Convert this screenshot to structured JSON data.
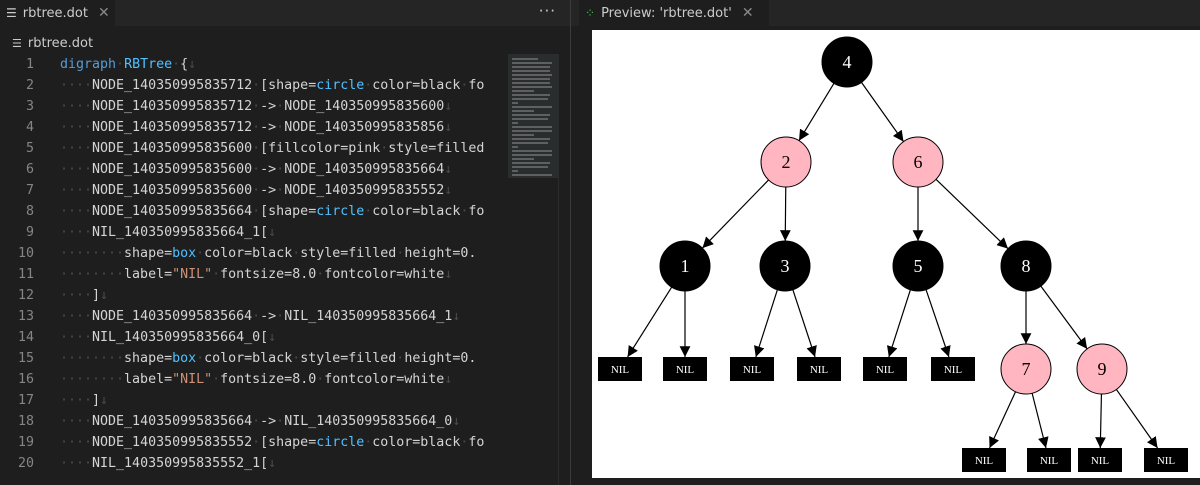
{
  "editor": {
    "tab_title": "rbtree.dot",
    "breadcrumb": "rbtree.dot",
    "more_actions": "···",
    "lines": [
      {
        "n": "1",
        "parts": [
          [
            "kw",
            "digraph"
          ],
          [
            "ws",
            "·"
          ],
          [
            "id",
            "RBTree"
          ],
          [
            "ws",
            "·"
          ],
          [
            "txt",
            "{"
          ],
          [
            "ws",
            "↓"
          ]
        ]
      },
      {
        "n": "2",
        "parts": [
          [
            "ws",
            "····"
          ],
          [
            "txt",
            "NODE_140350995835712"
          ],
          [
            "ws",
            "·"
          ],
          [
            "txt",
            "[shape="
          ],
          [
            "id",
            "circle"
          ],
          [
            "ws",
            "·"
          ],
          [
            "txt",
            "color=black"
          ],
          [
            "ws",
            "·"
          ],
          [
            "txt",
            "fo"
          ]
        ]
      },
      {
        "n": "3",
        "parts": [
          [
            "ws",
            "····"
          ],
          [
            "txt",
            "NODE_140350995835712"
          ],
          [
            "ws",
            "·"
          ],
          [
            "txt",
            "->"
          ],
          [
            "ws",
            "·"
          ],
          [
            "txt",
            "NODE_140350995835600"
          ],
          [
            "ws",
            "↓"
          ]
        ]
      },
      {
        "n": "4",
        "parts": [
          [
            "ws",
            "····"
          ],
          [
            "txt",
            "NODE_140350995835712"
          ],
          [
            "ws",
            "·"
          ],
          [
            "txt",
            "->"
          ],
          [
            "ws",
            "·"
          ],
          [
            "txt",
            "NODE_140350995835856"
          ],
          [
            "ws",
            "↓"
          ]
        ]
      },
      {
        "n": "5",
        "parts": [
          [
            "ws",
            "····"
          ],
          [
            "txt",
            "NODE_140350995835600"
          ],
          [
            "ws",
            "·"
          ],
          [
            "txt",
            "[fillcolor=pink"
          ],
          [
            "ws",
            "·"
          ],
          [
            "txt",
            "style=filled"
          ]
        ]
      },
      {
        "n": "6",
        "parts": [
          [
            "ws",
            "····"
          ],
          [
            "txt",
            "NODE_140350995835600"
          ],
          [
            "ws",
            "·"
          ],
          [
            "txt",
            "->"
          ],
          [
            "ws",
            "·"
          ],
          [
            "txt",
            "NODE_140350995835664"
          ],
          [
            "ws",
            "↓"
          ]
        ]
      },
      {
        "n": "7",
        "parts": [
          [
            "ws",
            "····"
          ],
          [
            "txt",
            "NODE_140350995835600"
          ],
          [
            "ws",
            "·"
          ],
          [
            "txt",
            "->"
          ],
          [
            "ws",
            "·"
          ],
          [
            "txt",
            "NODE_140350995835552"
          ],
          [
            "ws",
            "↓"
          ]
        ]
      },
      {
        "n": "8",
        "parts": [
          [
            "ws",
            "····"
          ],
          [
            "txt",
            "NODE_140350995835664"
          ],
          [
            "ws",
            "·"
          ],
          [
            "txt",
            "[shape="
          ],
          [
            "id",
            "circle"
          ],
          [
            "ws",
            "·"
          ],
          [
            "txt",
            "color=black"
          ],
          [
            "ws",
            "·"
          ],
          [
            "txt",
            "fo"
          ]
        ]
      },
      {
        "n": "9",
        "parts": [
          [
            "ws",
            "····"
          ],
          [
            "txt",
            "NIL_140350995835664_1["
          ],
          [
            "ws",
            "↓"
          ]
        ]
      },
      {
        "n": "10",
        "parts": [
          [
            "ws",
            "········"
          ],
          [
            "txt",
            "shape="
          ],
          [
            "id",
            "box"
          ],
          [
            "ws",
            "·"
          ],
          [
            "txt",
            "color=black"
          ],
          [
            "ws",
            "·"
          ],
          [
            "txt",
            "style=filled"
          ],
          [
            "ws",
            "·"
          ],
          [
            "txt",
            "height=0."
          ]
        ]
      },
      {
        "n": "11",
        "parts": [
          [
            "ws",
            "········"
          ],
          [
            "txt",
            "label="
          ],
          [
            "str",
            "\"NIL\""
          ],
          [
            "ws",
            "·"
          ],
          [
            "txt",
            "fontsize=8.0"
          ],
          [
            "ws",
            "·"
          ],
          [
            "txt",
            "fontcolor=white"
          ],
          [
            "ws",
            "↓"
          ]
        ]
      },
      {
        "n": "12",
        "parts": [
          [
            "ws",
            "····"
          ],
          [
            "txt",
            "]"
          ],
          [
            "ws",
            "↓"
          ]
        ]
      },
      {
        "n": "13",
        "parts": [
          [
            "ws",
            "····"
          ],
          [
            "txt",
            "NODE_140350995835664"
          ],
          [
            "ws",
            "·"
          ],
          [
            "txt",
            "->"
          ],
          [
            "ws",
            "·"
          ],
          [
            "txt",
            "NIL_140350995835664_1"
          ],
          [
            "ws",
            "↓"
          ]
        ]
      },
      {
        "n": "14",
        "parts": [
          [
            "ws",
            "····"
          ],
          [
            "txt",
            "NIL_140350995835664_0["
          ],
          [
            "ws",
            "↓"
          ]
        ]
      },
      {
        "n": "15",
        "parts": [
          [
            "ws",
            "········"
          ],
          [
            "txt",
            "shape="
          ],
          [
            "id",
            "box"
          ],
          [
            "ws",
            "·"
          ],
          [
            "txt",
            "color=black"
          ],
          [
            "ws",
            "·"
          ],
          [
            "txt",
            "style=filled"
          ],
          [
            "ws",
            "·"
          ],
          [
            "txt",
            "height=0."
          ]
        ]
      },
      {
        "n": "16",
        "parts": [
          [
            "ws",
            "········"
          ],
          [
            "txt",
            "label="
          ],
          [
            "str",
            "\"NIL\""
          ],
          [
            "ws",
            "·"
          ],
          [
            "txt",
            "fontsize=8.0"
          ],
          [
            "ws",
            "·"
          ],
          [
            "txt",
            "fontcolor=white"
          ],
          [
            "ws",
            "↓"
          ]
        ]
      },
      {
        "n": "17",
        "parts": [
          [
            "ws",
            "····"
          ],
          [
            "txt",
            "]"
          ],
          [
            "ws",
            "↓"
          ]
        ]
      },
      {
        "n": "18",
        "parts": [
          [
            "ws",
            "····"
          ],
          [
            "txt",
            "NODE_140350995835664"
          ],
          [
            "ws",
            "·"
          ],
          [
            "txt",
            "->"
          ],
          [
            "ws",
            "·"
          ],
          [
            "txt",
            "NIL_140350995835664_0"
          ],
          [
            "ws",
            "↓"
          ]
        ]
      },
      {
        "n": "19",
        "parts": [
          [
            "ws",
            "····"
          ],
          [
            "txt",
            "NODE_140350995835552"
          ],
          [
            "ws",
            "·"
          ],
          [
            "txt",
            "[shape="
          ],
          [
            "id",
            "circle"
          ],
          [
            "ws",
            "·"
          ],
          [
            "txt",
            "color=black"
          ],
          [
            "ws",
            "·"
          ],
          [
            "txt",
            "fo"
          ]
        ]
      },
      {
        "n": "20",
        "parts": [
          [
            "ws",
            "····"
          ],
          [
            "txt",
            "NIL_140350995835552_1["
          ],
          [
            "ws",
            "↓"
          ]
        ]
      }
    ]
  },
  "preview": {
    "tab_title": "Preview: 'rbtree.dot'",
    "graph": {
      "nodes": [
        {
          "id": "n4",
          "label": "4",
          "color": "black"
        },
        {
          "id": "n2",
          "label": "2",
          "color": "pink"
        },
        {
          "id": "n6",
          "label": "6",
          "color": "pink"
        },
        {
          "id": "n1",
          "label": "1",
          "color": "black"
        },
        {
          "id": "n3",
          "label": "3",
          "color": "black"
        },
        {
          "id": "n5",
          "label": "5",
          "color": "black"
        },
        {
          "id": "n8",
          "label": "8",
          "color": "black"
        },
        {
          "id": "n7",
          "label": "7",
          "color": "pink"
        },
        {
          "id": "n9",
          "label": "9",
          "color": "pink"
        }
      ],
      "nil_label": "NIL",
      "edges": [
        [
          "n4",
          "n2"
        ],
        [
          "n4",
          "n6"
        ],
        [
          "n2",
          "n1"
        ],
        [
          "n2",
          "n3"
        ],
        [
          "n6",
          "n5"
        ],
        [
          "n6",
          "n8"
        ],
        [
          "n8",
          "n7"
        ],
        [
          "n8",
          "n9"
        ],
        [
          "n1",
          "nil1a"
        ],
        [
          "n1",
          "nil1b"
        ],
        [
          "n3",
          "nil3a"
        ],
        [
          "n3",
          "nil3b"
        ],
        [
          "n5",
          "nil5a"
        ],
        [
          "n5",
          "nil5b"
        ],
        [
          "n7",
          "nil7a"
        ],
        [
          "n7",
          "nil7b"
        ],
        [
          "n9",
          "nil9a"
        ],
        [
          "n9",
          "nil9b"
        ]
      ]
    },
    "colors": {
      "black_node": "#000000",
      "pink_node": "#ffb6c1",
      "canvas": "#ffffff"
    }
  }
}
